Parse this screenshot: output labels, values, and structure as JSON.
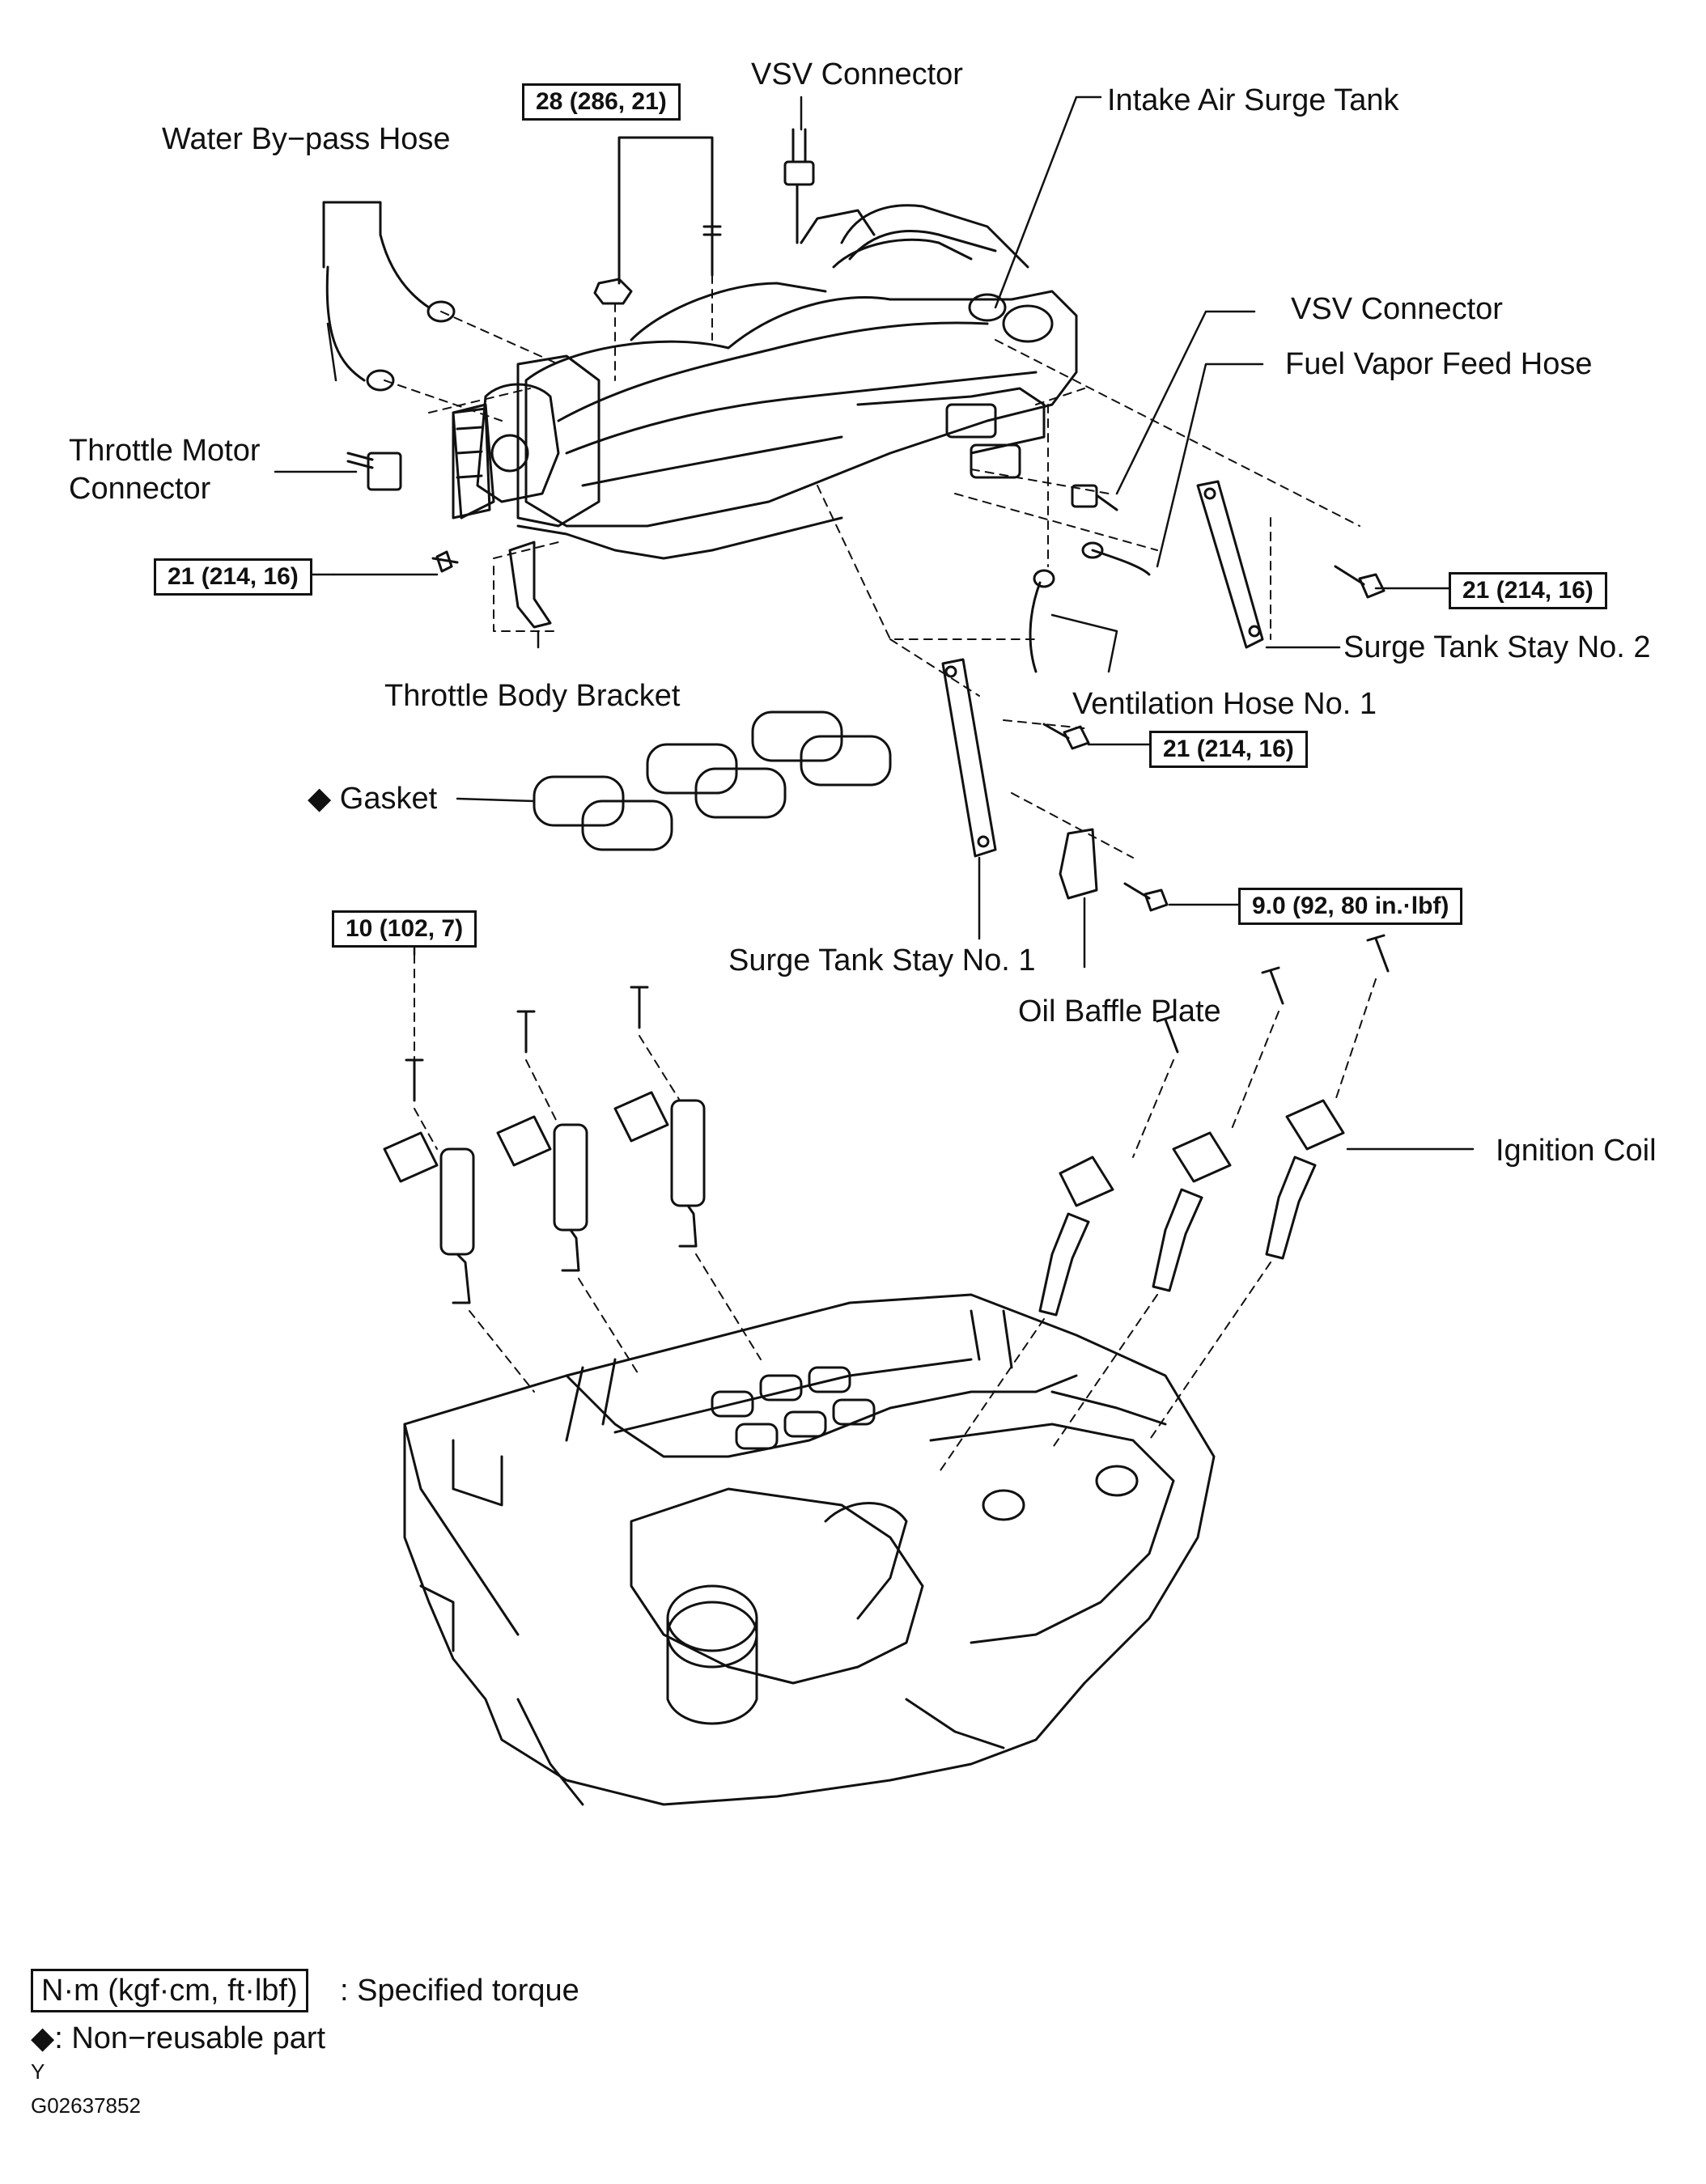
{
  "labels": {
    "vsv_connector_top": "VSV Connector",
    "intake_air_surge_tank": "Intake Air Surge Tank",
    "water_bypass_hose": "Water By−pass Hose",
    "vsv_connector_right": "VSV Connector",
    "fuel_vapor_feed_hose": "Fuel Vapor Feed Hose",
    "throttle_motor_connector_line1": "Throttle Motor",
    "throttle_motor_connector_line2": "Connector",
    "throttle_body_bracket": "Throttle Body Bracket",
    "surge_tank_stay_no2": "Surge Tank Stay No. 2",
    "ventilation_hose_no1": "Ventilation Hose No. 1",
    "gasket": "◆ Gasket",
    "surge_tank_stay_no1": "Surge Tank Stay No. 1",
    "oil_baffle_plate": "Oil Baffle Plate",
    "ignition_coil": "Ignition Coil"
  },
  "torque_specs": {
    "manifold_bolt": "28 (286, 21)",
    "throttle_bracket_bolt": "21 (214, 16)",
    "stay_no2_bolt": "21 (214, 16)",
    "stay_no1_bolt": "21 (214, 16)",
    "oil_baffle_bolt": "9.0 (92, 80 in.·lbf)",
    "ignition_coil_bolt": "10 (102, 7)"
  },
  "legend": {
    "torque_unit": "N·m (kgf·cm, ft·lbf)",
    "torque_desc": ": Specified torque",
    "nonreusable": "◆: Non−reusable part",
    "mark": "Y",
    "figure_id": "G02637852"
  }
}
